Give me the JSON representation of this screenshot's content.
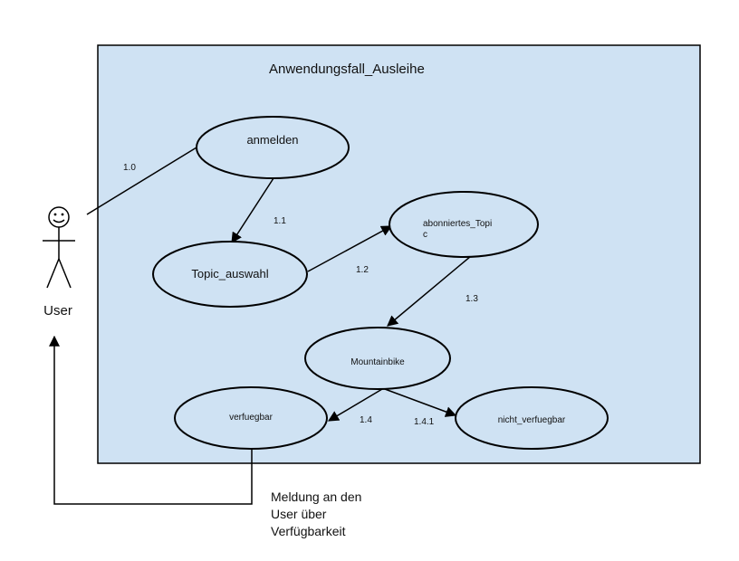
{
  "diagram": {
    "title": "Anwendungsfall_Ausleihe",
    "actor": {
      "name": "User"
    },
    "use_cases": {
      "anmelden": "anmelden",
      "topic_auswahl": "Topic_auswahl",
      "abonniertes_topic_line1": "abonniertes_Topi",
      "abonniertes_topic_line2": "c",
      "mountainbike": "Mountainbike",
      "verfuegbar": "verfuegbar",
      "nicht_verfuegbar": "nicht_verfuegbar"
    },
    "edge_labels": {
      "e1_0": "1.0",
      "e1_1": "1.1",
      "e1_2": "1.2",
      "e1_3": "1.3",
      "e1_4": "1.4",
      "e1_4_1": "1.4.1"
    },
    "note": {
      "line1": "Meldung an den",
      "line2": "User über",
      "line3": "Verfügbarkeit"
    },
    "colors": {
      "system_fill": "#cfe2f3",
      "stroke": "#000000",
      "actor_fill": "#ffffff"
    }
  }
}
